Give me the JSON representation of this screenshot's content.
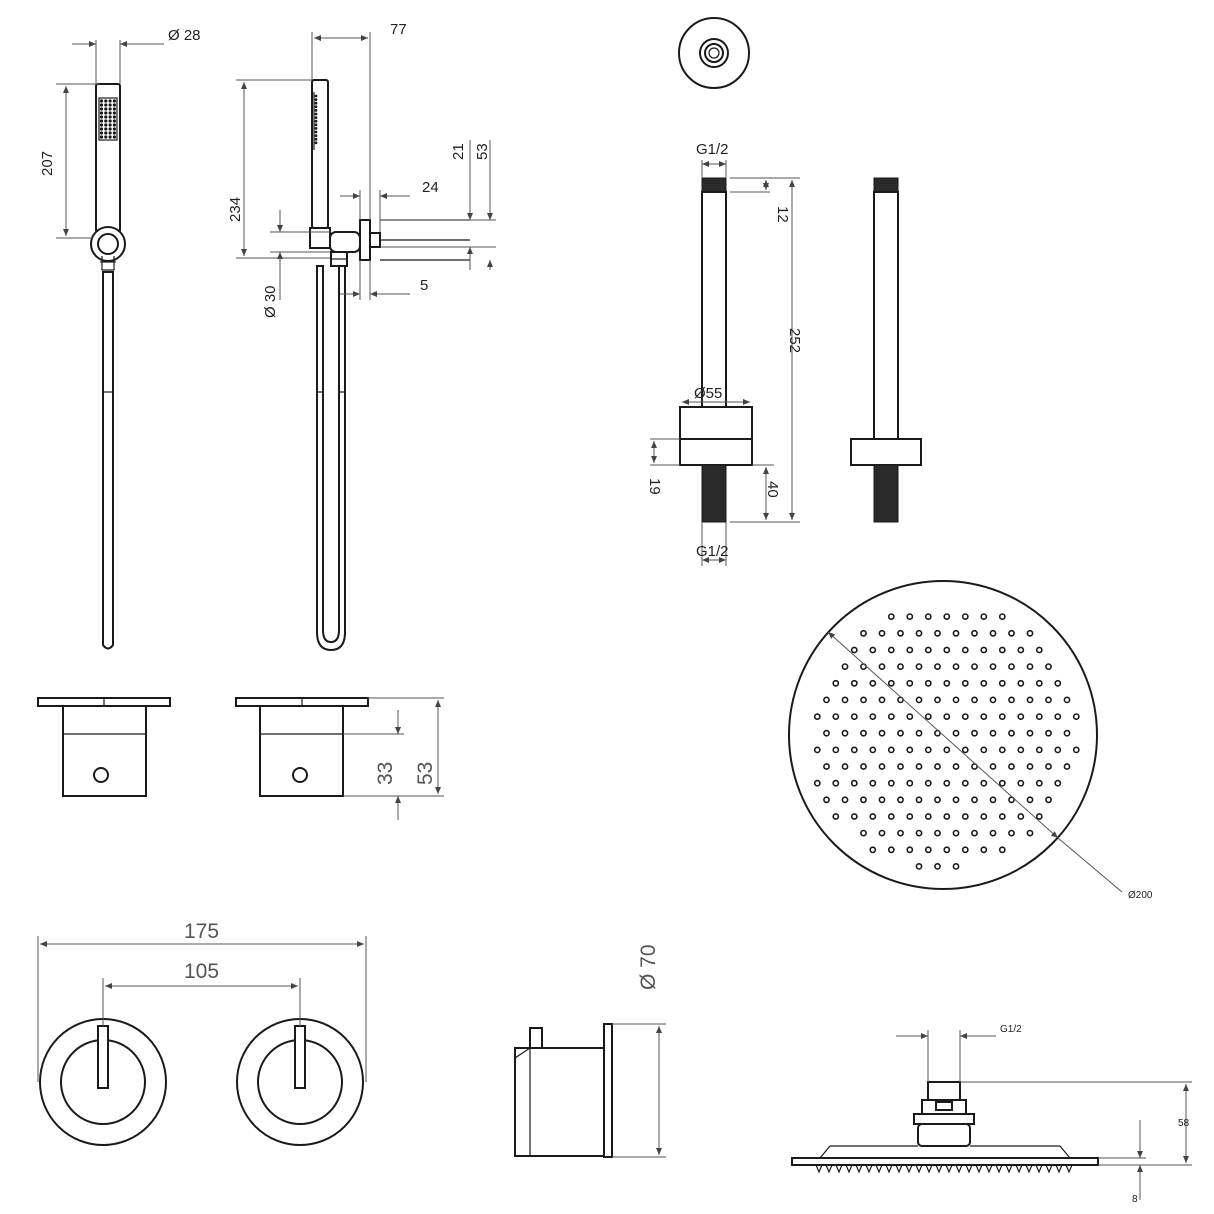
{
  "drawing": {
    "handshower_front": {
      "dia_label": "Ø 28",
      "height_label": "207"
    },
    "handshower_side": {
      "depth_label": "77",
      "height_label": "234",
      "dim_21": "21",
      "dim_53": "53",
      "dim_24": "24",
      "dim_30": "Ø 30",
      "dim_5": "5"
    },
    "ceiling_arm": {
      "top_thread_label": "G1/2",
      "dim_12": "12",
      "length_label": "252",
      "flange_dia_label": "Ø55",
      "dim_19": "19",
      "dim_40": "40",
      "bottom_thread_label": "G1/2"
    },
    "valve_side": {
      "dim_33": "33",
      "dim_53": "53"
    },
    "shower_head_top": {
      "dia_label": "Ø200"
    },
    "valve_front": {
      "width_label": "175",
      "centers_label": "105"
    },
    "valve_profile": {
      "dia_label": "Ø 70"
    },
    "shower_head_side": {
      "thread_label": "G1/2",
      "dim_58": "58",
      "dim_8": "8"
    }
  },
  "colors": {
    "line": "#1a1a1a",
    "dimension": "#555555"
  }
}
